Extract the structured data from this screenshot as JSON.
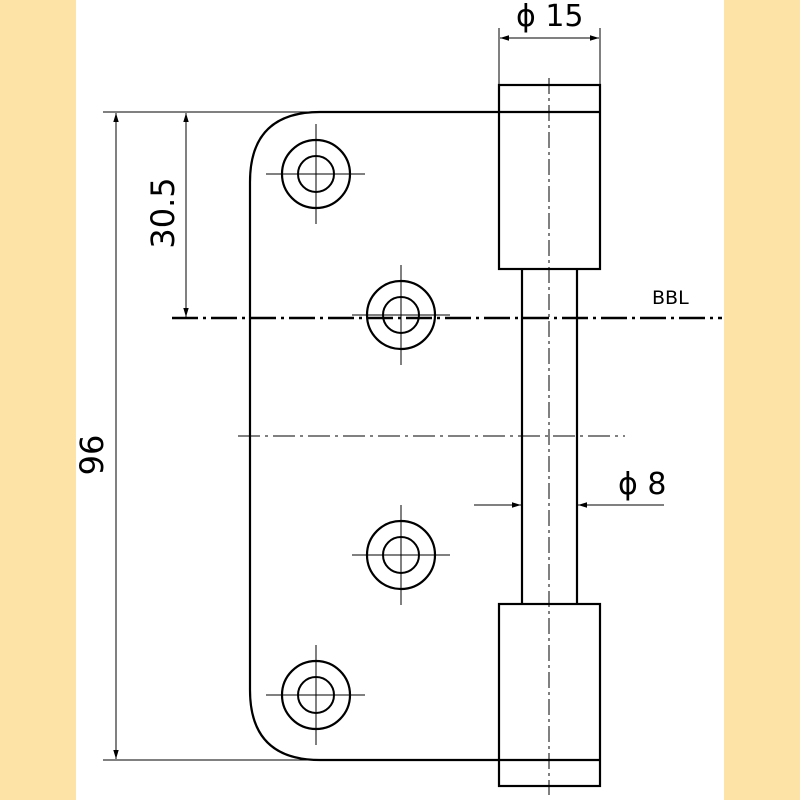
{
  "colors": {
    "background": "#fde4a6",
    "sheet": "#ffffff",
    "line": "#000000"
  },
  "labels": {
    "diameter_top": "ϕ 15",
    "diameter_pin": "ϕ 8",
    "height_total": "96",
    "height_partial": "30.5",
    "reference_line": "BBL"
  }
}
